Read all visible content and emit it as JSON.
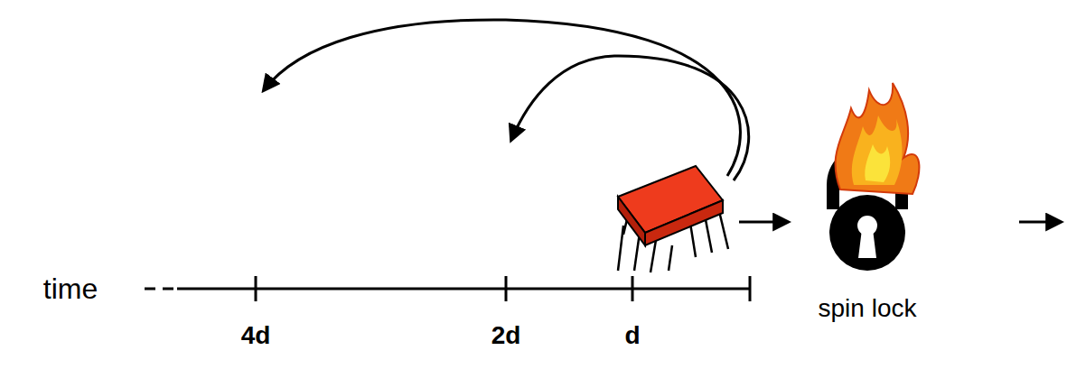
{
  "diagram": {
    "labels": [
      "time",
      "4d",
      "2d",
      "d",
      "spin lock"
    ]
  }
}
